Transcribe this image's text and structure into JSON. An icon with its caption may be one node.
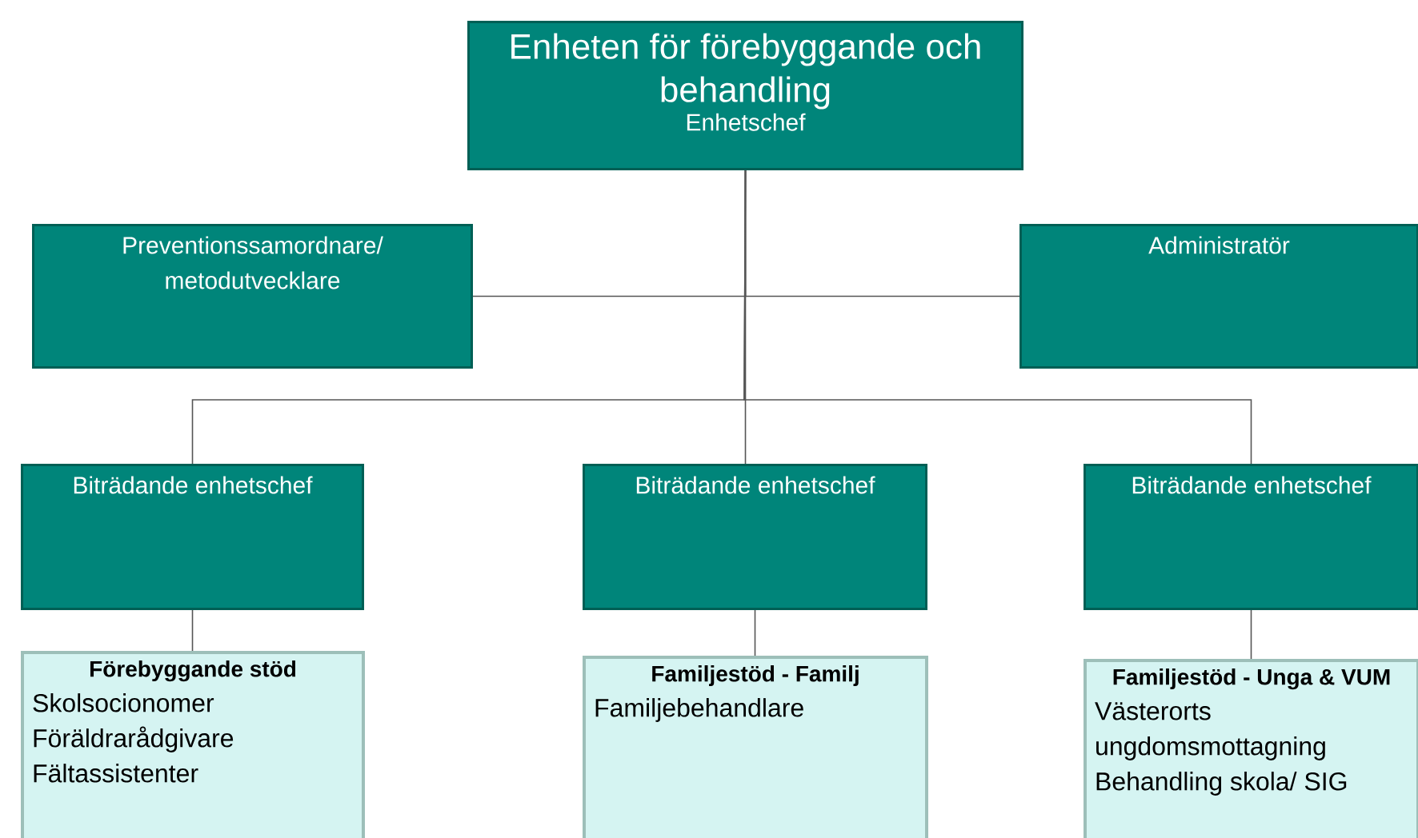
{
  "diagram": {
    "nodes": [
      {
        "text": [
          "Enheten för förebyggande och behandling",
          "Enhetschef"
        ]
      },
      {
        "text": [
          "Preventionssamordnare/ metodutvecklare"
        ]
      },
      {
        "text": [
          "Administratör"
        ]
      },
      {
        "text": [
          "Biträdande enhetschef"
        ]
      },
      {
        "text": [
          "Biträdande enhetschef"
        ]
      },
      {
        "text": [
          "Biträdande enhetschef"
        ]
      },
      {
        "text": [
          "Förebyggande stöd",
          "Skolsocionomer",
          "Föräldrarådgivare",
          "Fältassistenter"
        ]
      },
      {
        "text": [
          "Familjestöd - Familj",
          "Familjebehandlare"
        ]
      },
      {
        "text": [
          "Familjestöd - Unga & VUM",
          "Västerorts ungdomsmottagning",
          "Behandling skola/ SIG"
        ]
      }
    ],
    "edges": [
      {
        "from": 0,
        "to": 1,
        "arrow": "none"
      },
      {
        "from": 0,
        "to": 2,
        "arrow": "none"
      },
      {
        "from": 0,
        "to": 3,
        "arrow": "none"
      },
      {
        "from": 0,
        "to": 4,
        "arrow": "none"
      },
      {
        "from": 0,
        "to": 5,
        "arrow": "none"
      },
      {
        "from": 3,
        "to": 6,
        "arrow": "none"
      },
      {
        "from": 4,
        "to": 7,
        "arrow": "none"
      },
      {
        "from": 5,
        "to": 8,
        "arrow": "none"
      }
    ]
  }
}
